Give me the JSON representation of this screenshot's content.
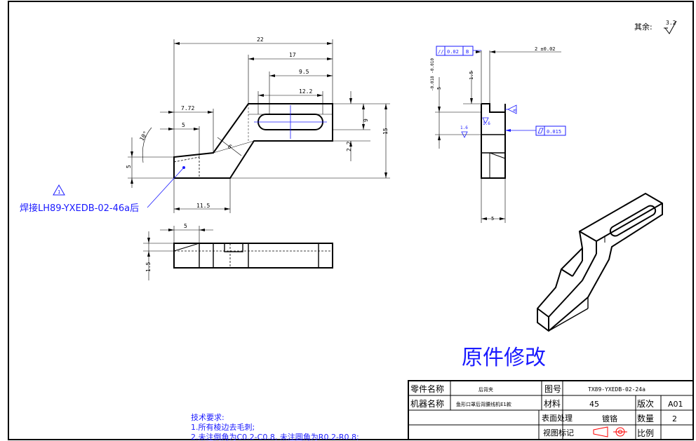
{
  "drawing": {
    "roughness_note": "其余:",
    "roughness_default": "3.2",
    "revision_title": "原件修改",
    "weld_note": "焊接LH89-YXEDB-02-46a后",
    "weld_symbol": "1",
    "dims": {
      "d22": "22",
      "d17": "17",
      "d95": "9.5",
      "d122": "12.2",
      "d772": "7.72",
      "d5a": "5",
      "d10": "10°",
      "d5b": "5",
      "d6": "6",
      "d9": "9",
      "d15": "15",
      "d22b": "2.2",
      "d115": "11.5",
      "d5top": "5",
      "d15left": "1.5",
      "s_2tol": "2 ±0.02",
      "s_tolpair": "-0.018 -0.010",
      "s_5": "5",
      "s_15": "1.5",
      "s_16a": "1.6",
      "s_16b": "1.6",
      "s_5bottom": "5",
      "gdt_par_sym": "//",
      "gdt_par_val": "0.02",
      "gdt_par_ref": "B",
      "gdt_flat_val": "0.015",
      "datum_b": "B"
    }
  },
  "title_block": {
    "part_name_label": "零件名称",
    "part_name_value": "后背夹",
    "drawing_no_label": "图号",
    "drawing_no_value": "TX89-YXEDB-02-24a",
    "machine_label": "机器名称",
    "machine_value": "鱼形口罩后背腰线机E1款",
    "material_label": "材料",
    "material_value": "45",
    "version_label": "版次",
    "version_value": "A01",
    "surface_label": "表面处理",
    "surface_value": "镀铬",
    "qty_label": "数量",
    "qty_value": "2",
    "view_label": "视图标记",
    "scale_label": "比例"
  },
  "tech_requirements": {
    "title": "技术要求:",
    "line1": "1.所有棱边去毛刺;",
    "line2": "2.未注倒角为C0.2-C0.8, 未注圆角为R0.2-R0.8;"
  },
  "colors": {
    "annotation": "#1a1aff",
    "outline": "#000000"
  }
}
